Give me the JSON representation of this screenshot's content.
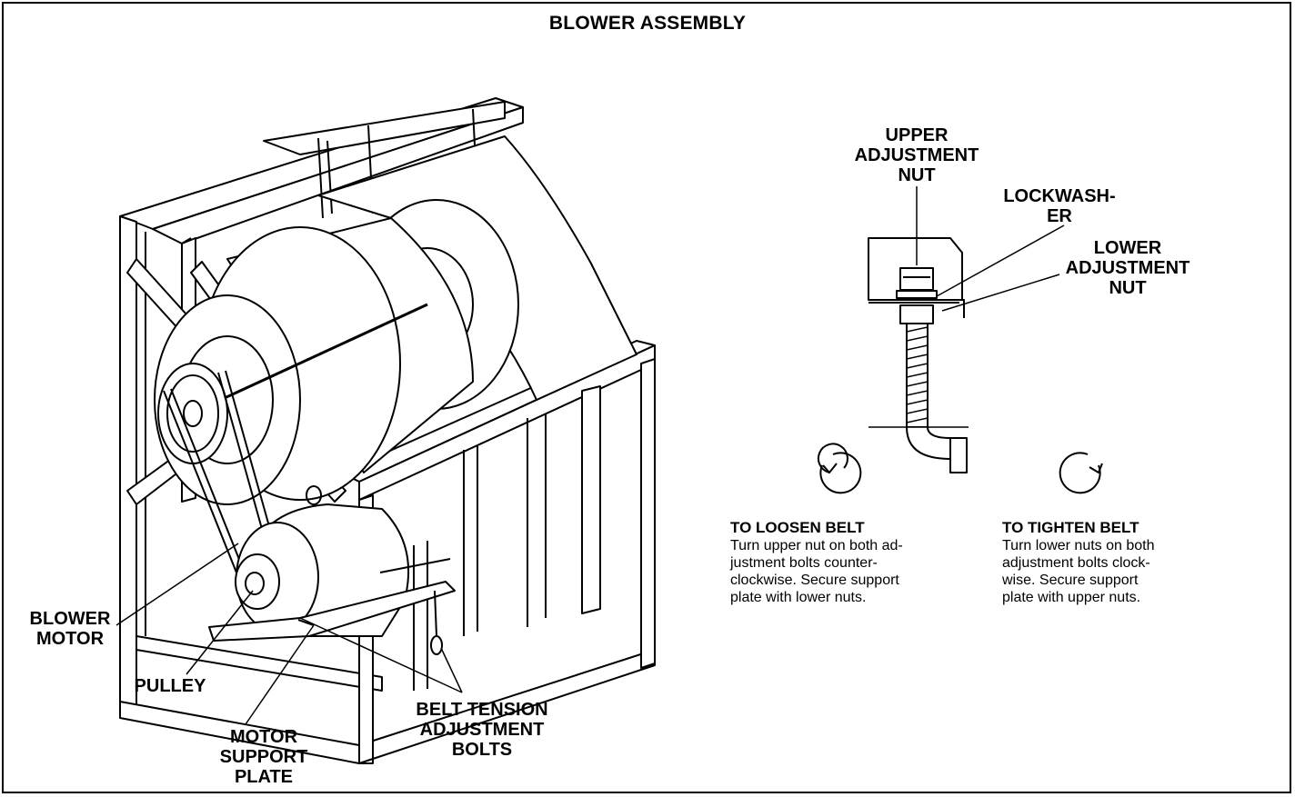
{
  "title": "BLOWER ASSEMBLY",
  "labels": {
    "blower_motor": "BLOWER\nMOTOR",
    "pulley": "PULLEY",
    "motor_support_plate": "MOTOR\nSUPPORT\nPLATE",
    "belt_tension_bolts": "BELT TENSION\nADJUSTMENT\nBOLTS",
    "upper_nut": "UPPER\nADJUSTMENT\nNUT",
    "lockwasher": "LOCKWASH-\nER",
    "lower_nut": "LOWER\nADJUSTMENT\nNUT"
  },
  "loosen": {
    "icon": "counterclockwise-arrow-icon",
    "heading": "TO LOOSEN BELT",
    "lines": [
      "Turn upper nut on both ad-",
      "justment bolts counter-",
      "clockwise. Secure support",
      "plate with lower nuts."
    ]
  },
  "tighten": {
    "icon": "clockwise-arrow-icon",
    "heading": "TO TIGHTEN BELT",
    "lines": [
      "Turn lower nuts on both",
      "adjustment bolts clock-",
      "wise. Secure support",
      "plate with upper nuts."
    ]
  }
}
